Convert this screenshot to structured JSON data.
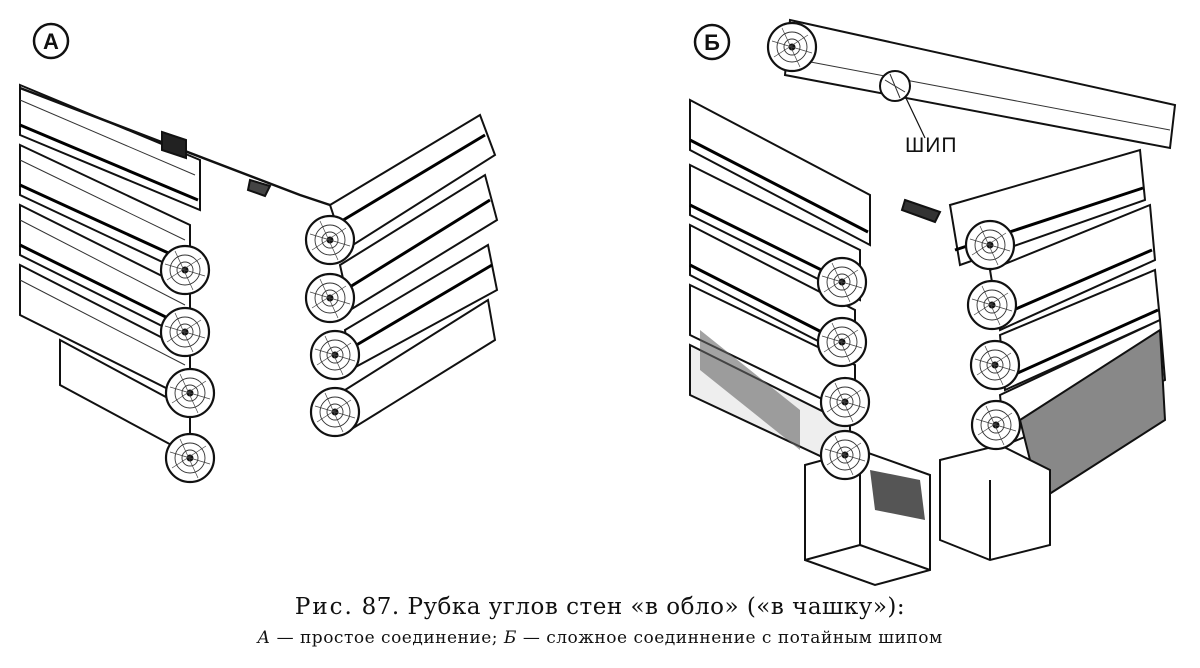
{
  "figure": {
    "panel_a_label": "А",
    "panel_b_label": "Б",
    "tenon_callout": "ШИП"
  },
  "caption": {
    "prefix": "Рис.",
    "title": "87. Рубка углов стен «в обло» («в чашку»):",
    "sub_a_letter": "А",
    "sub_a_text": " — простое соединение;  ",
    "sub_b_letter": "Б",
    "sub_b_text": " — сложное соединнение с потайным шипом"
  }
}
